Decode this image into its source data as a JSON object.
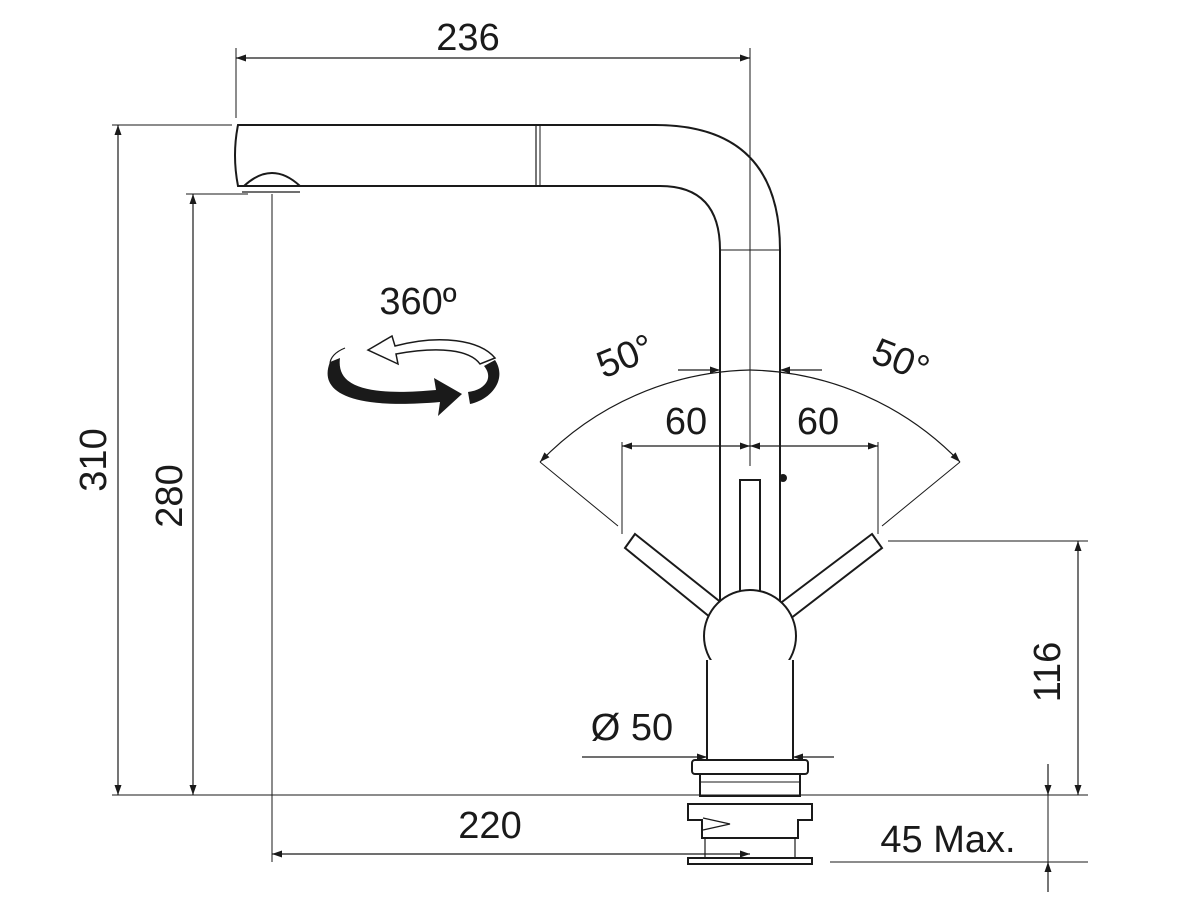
{
  "dimensions": {
    "width_top": "236",
    "height_total": "310",
    "height_spout": "280",
    "rotation": "360º",
    "angle_left": "50°",
    "angle_right": "50°",
    "lever_left": "60",
    "lever_right": "60",
    "lever_height": "116",
    "diameter": "Ø 50",
    "reach": "220",
    "mount": "45 Max."
  },
  "colors": {
    "line": "#1a1a1a",
    "background": "#ffffff"
  },
  "icons": [
    "rotation-arrow-icon",
    "dimension-arrow-icon"
  ]
}
